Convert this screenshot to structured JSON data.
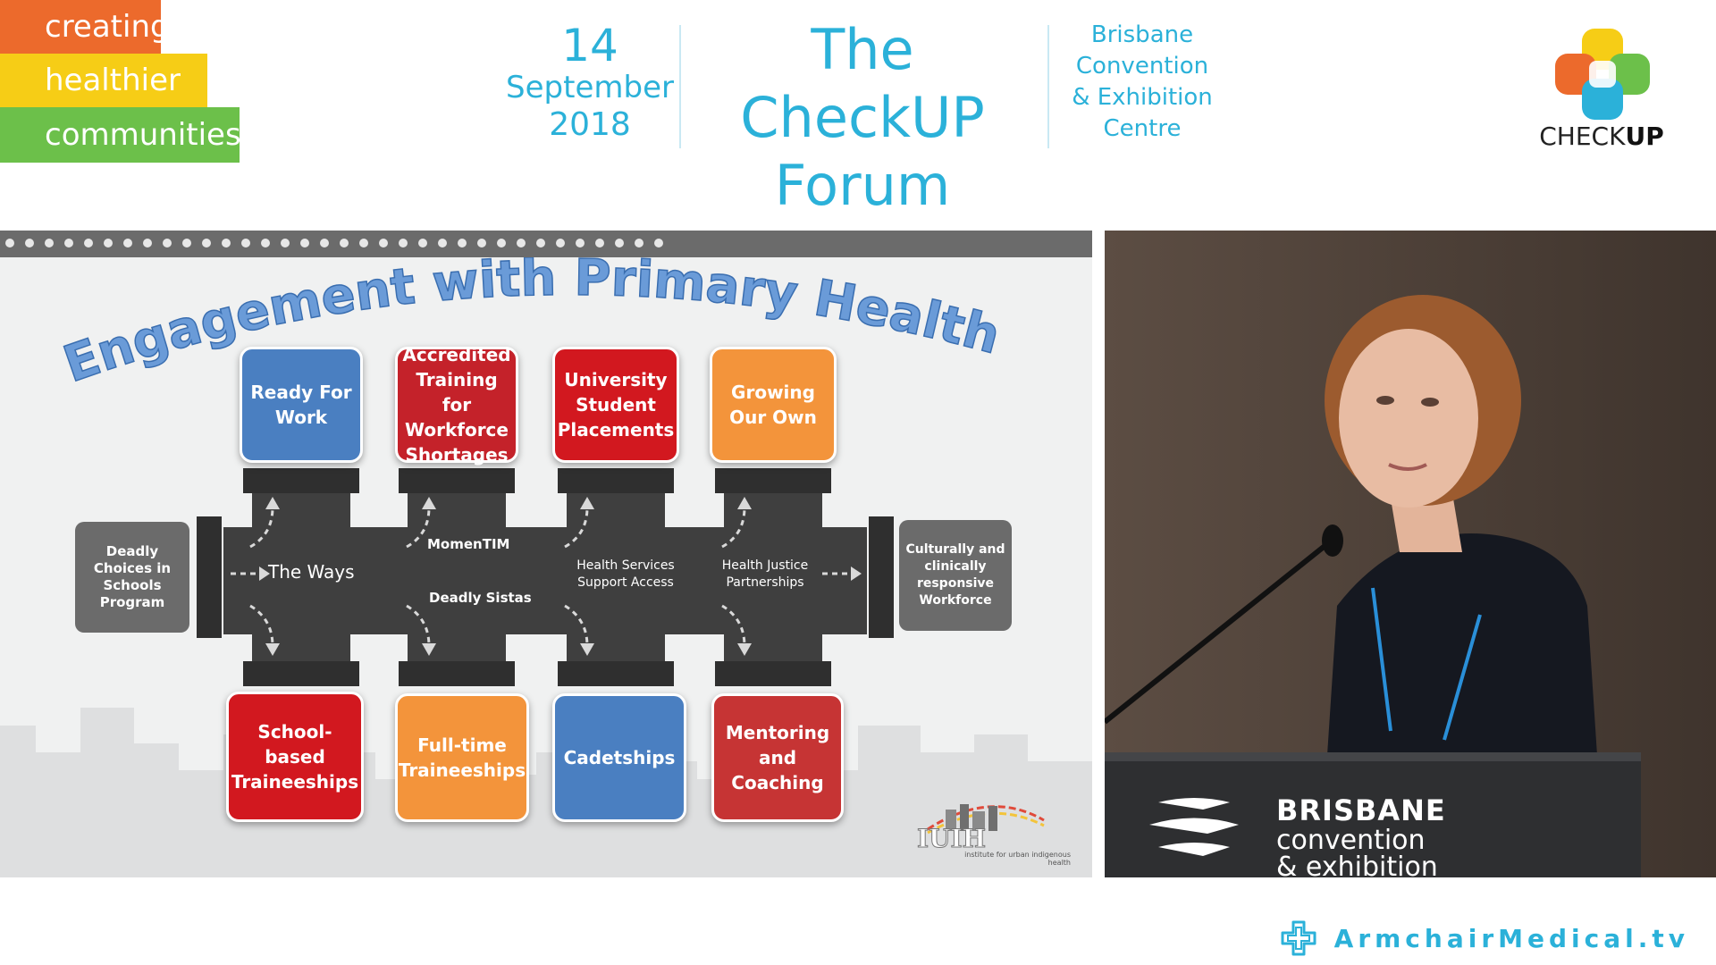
{
  "tagline": [
    "creating",
    "healthier",
    "communities"
  ],
  "event": {
    "day": "14",
    "month": "September",
    "year": "2018",
    "title_line1": "The CheckUP",
    "title_line2": "Forum",
    "venue": [
      "Brisbane",
      "Convention",
      "& Exhibition",
      "Centre"
    ]
  },
  "logo": {
    "text_a": "CHECK",
    "text_b": "UP"
  },
  "slide": {
    "title": "Engagement with Primary Health Care",
    "top_boxes": [
      "Ready For Work",
      "Accredited Training for Workforce Shortages",
      "University Student Placements",
      "Growing Our Own"
    ],
    "bottom_boxes": [
      "School-based Traineeships",
      "Full-time Traineeships",
      "Cadetships",
      "Mentoring and Coaching"
    ],
    "left_box": "Deadly Choices in Schools Program",
    "right_box": "Culturally and clinically responsive Workforce",
    "pathways": [
      "The Ways",
      "MomenTIM",
      "Deadly Sistas",
      "Health Services Support Access",
      "Health Justice Partnerships"
    ],
    "iuih_logo": "IUIH",
    "iuih_caption": "institute for urban indigenous health"
  },
  "podium": {
    "line1": "BRISBANE",
    "line2": "convention",
    "line3": "& exhibition"
  },
  "footer": {
    "brand": "ArmchairMedical.tv"
  },
  "colors": {
    "orange": "#ec6a2c",
    "yellow": "#f6cd16",
    "green": "#6cc04a",
    "accent": "#2bb1d9",
    "box_blue": "#4a7fc1",
    "box_red": "#d2181f",
    "box_orange": "#f3943b",
    "box_maroon": "#c63434",
    "grey": "#6b6b6b"
  }
}
